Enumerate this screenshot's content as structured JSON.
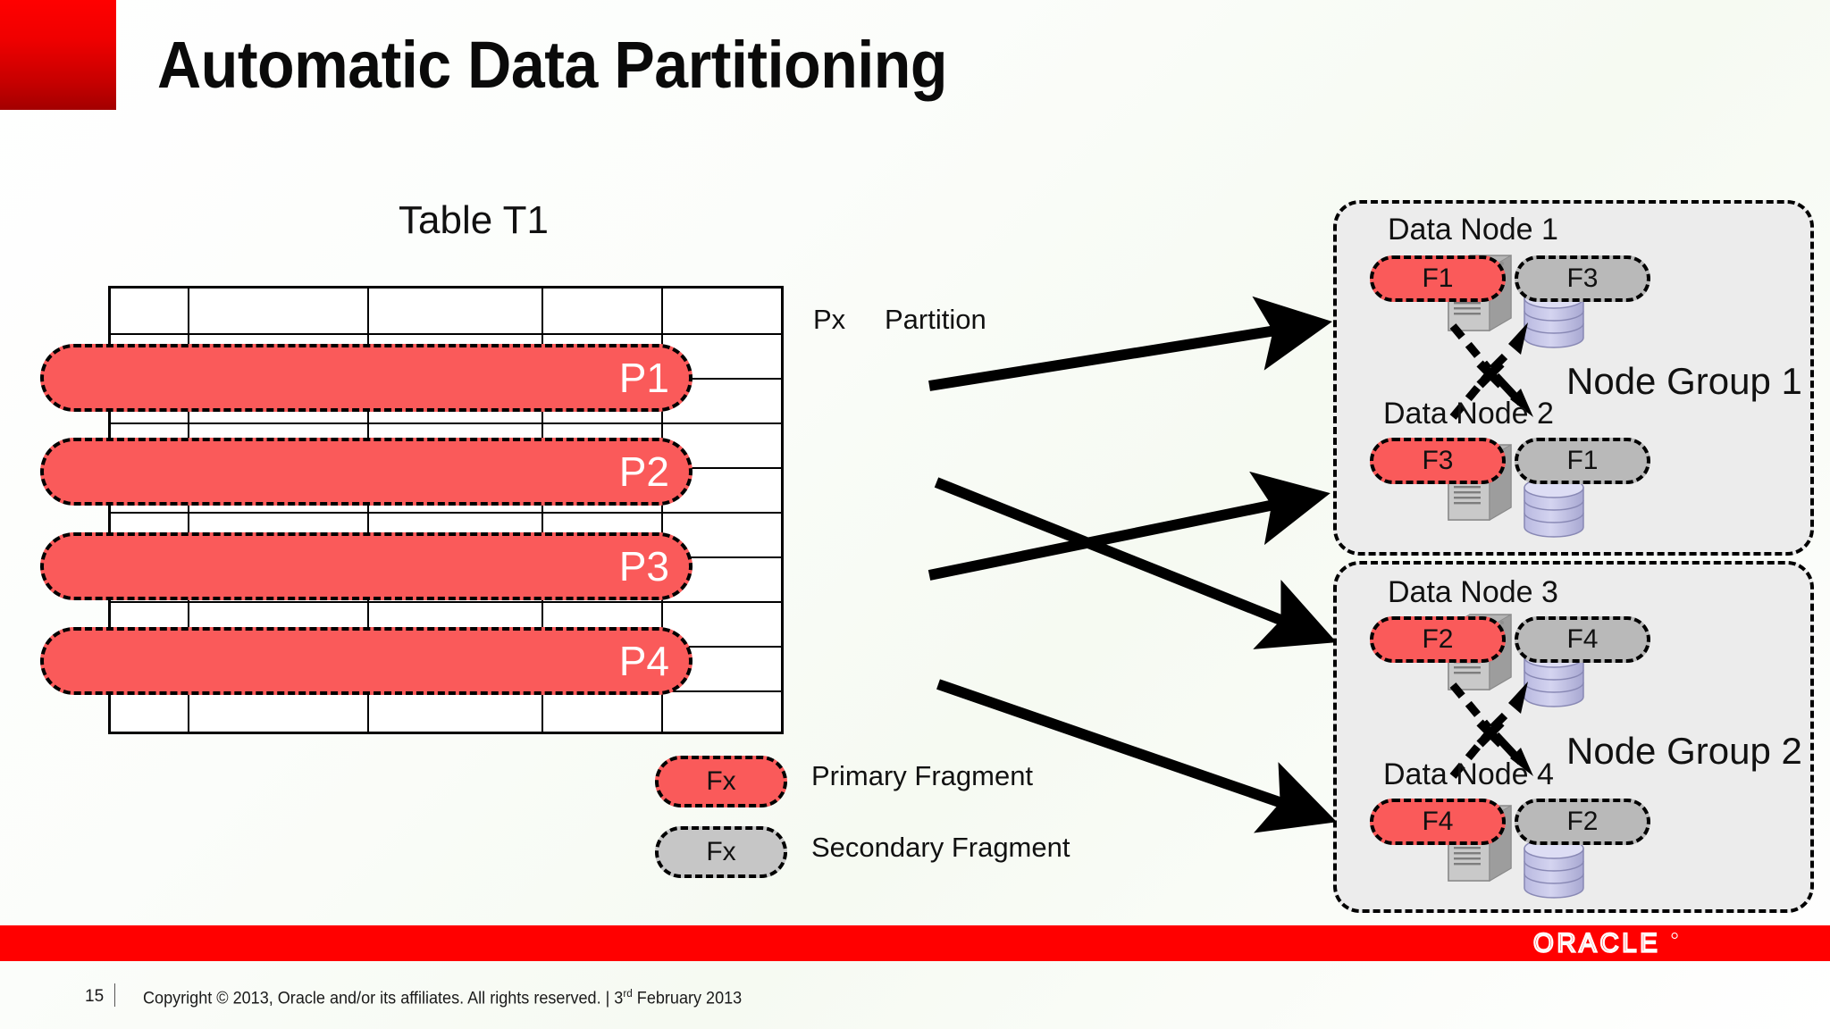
{
  "slide": {
    "title": "Automatic Data Partitioning",
    "accent_color": "#ff0000",
    "fragment_primary_color": "#fa5a5a",
    "fragment_secondary_color": "#b9b9b9"
  },
  "table": {
    "caption": "Table T1",
    "columns": 5,
    "rows": 10,
    "partitions": [
      {
        "label": "P1"
      },
      {
        "label": "P2"
      },
      {
        "label": "P3"
      },
      {
        "label": "P4"
      }
    ],
    "key_legend": {
      "symbol": "Px",
      "meaning": "Partition"
    }
  },
  "fragment_legend": [
    {
      "chip": "Fx",
      "label": "Primary Fragment",
      "type": "primary"
    },
    {
      "chip": "Fx",
      "label": "Secondary Fragment",
      "type": "secondary"
    }
  ],
  "node_groups": [
    {
      "title": "Node Group 1",
      "nodes": [
        {
          "title": "Data Node 1",
          "primary": "F1",
          "secondary": "F3"
        },
        {
          "title": "Data Node 2",
          "primary": "F3",
          "secondary": "F1"
        }
      ]
    },
    {
      "title": "Node Group 2",
      "nodes": [
        {
          "title": "Data Node 3",
          "primary": "F2",
          "secondary": "F4"
        },
        {
          "title": "Data Node 4",
          "primary": "F4",
          "secondary": "F2"
        }
      ]
    }
  ],
  "footer": {
    "page_number": "15",
    "copyright_before": "Copyright © 2013, Oracle and/or its affiliates. All rights reserved. | 3",
    "ordinal": "rd",
    "copyright_after": " February 2013",
    "logo": "ORACLE",
    "logo_mark": "®"
  }
}
